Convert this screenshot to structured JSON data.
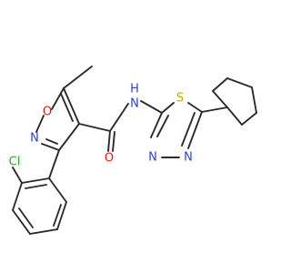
{
  "molecule": {
    "atoms": {
      "O_ring": "O",
      "N_ring": "N",
      "Cl": "Cl",
      "O_carbonyl": "O",
      "N_amide": "N",
      "H_amide": "H",
      "S": "S",
      "N_thiadiazole_left": "N",
      "N_thiadiazole_right": "N"
    }
  },
  "colors": {
    "bond": "#2b2b2b",
    "oxygen": "#e8190f",
    "nitrogen": "#2f3fd6",
    "sulfur": "#c9a300",
    "chlorine": "#22b21f"
  }
}
